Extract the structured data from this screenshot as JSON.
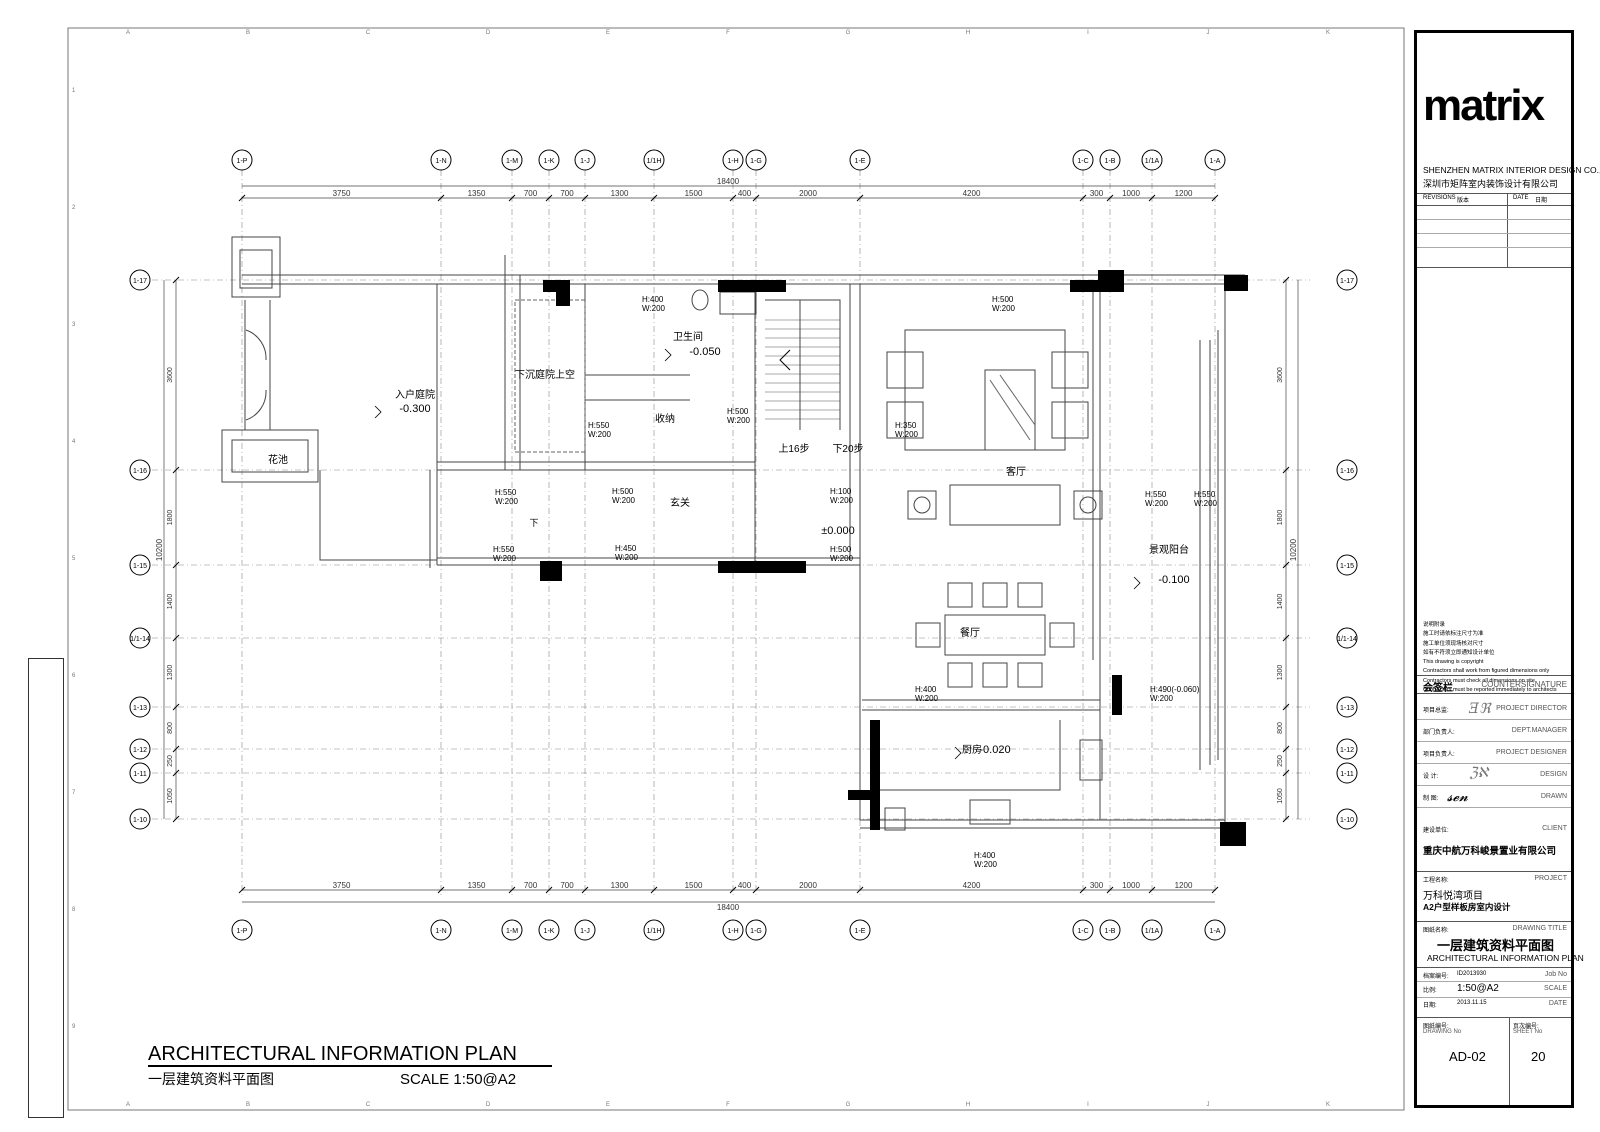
{
  "title_block": {
    "logo": "matrix",
    "company_en": "SHENZHEN MATRIX INTERIOR DESIGN CO.,LTD",
    "company_cn": "深圳市矩阵室内装饰设计有限公司",
    "revision_label": "REVISIONS",
    "version_label": "版本",
    "date_label": "DATE",
    "date_cn": "日期",
    "notes": [
      "说明附录",
      "施工时请依标注尺寸为准",
      "施工单位须现场核对尺寸",
      "如有不符须立即通知设计单位",
      "This drawing is copyright",
      "Contractors shall work from figured dimensions only",
      "Contractors must check all dimensions on site",
      "Contractors must be reported immediately to architects"
    ],
    "countersign_cn": "会签栏",
    "countersign_en": "COUNTERSIGNATURE",
    "roles": [
      {
        "cn": "项目总监:",
        "en": "PROJECT DIRECTOR"
      },
      {
        "cn": "部门负责人:",
        "en": "DEPT.MANAGER"
      },
      {
        "cn": "项目负责人:",
        "en": "PROJECT DESIGNER"
      },
      {
        "cn": "设  计:",
        "en": "DESIGN"
      },
      {
        "cn": "制  图:",
        "en": "DRAWN"
      }
    ],
    "client_cn": "建设单位:",
    "client_en": "CLIENT",
    "client_value": "重庆中航万科峻景置业有限公司",
    "project_cn": "工程名称:",
    "project_en": "PROJECT",
    "project_value1": "万科悦湾项目",
    "project_value2": "A2户型样板房室内设计",
    "drawing_title_cn_label": "图纸名称:",
    "drawing_title_en_label": "DRAWING TITLE",
    "drawing_title_cn": "一层建筑资料平面图",
    "drawing_title_en": "ARCHITECTURAL INFORMATION PLAN",
    "job_cn": "档案编号:",
    "job_value": "ID2013930",
    "job_en": "Job No",
    "scale_cn": "比例:",
    "scale_value": "1:50@A2",
    "scale_en": "SCALE",
    "date2_cn": "日期:",
    "date_value": "2013.11.15",
    "date2_en": "DATE",
    "drawing_no_cn": "图纸编号:",
    "drawing_no_en": "DRAWING No",
    "drawing_no": "AD-02",
    "sheet_cn": "页次编号:",
    "sheet_en": "SHEET No",
    "sheet_no": "20"
  },
  "plan_title": {
    "en": "ARCHITECTURAL INFORMATION PLAN",
    "cn": "一层建筑资料平面图",
    "scale": "SCALE  1:50@A2"
  },
  "grid_columns": [
    "1-P",
    "1-N",
    "1-M",
    "1-K",
    "1-J",
    "1/1H",
    "1-H",
    "1-G",
    "1-E",
    "1-C",
    "1-B",
    "1/1A",
    "1-A"
  ],
  "grid_rows": [
    "1-17",
    "1-16",
    "1-15",
    "1/1-14",
    "1-13",
    "1-12",
    "1-11",
    "1-10"
  ],
  "dims_top": [
    "3750",
    "1350",
    "700",
    "700",
    "1300",
    "1500",
    "400",
    "2000",
    "4200",
    "300",
    "1000",
    "1200"
  ],
  "dims_total": "18400",
  "dims_side": [
    "3600",
    "1800",
    "1400",
    "1300",
    "800",
    "250",
    "1050"
  ],
  "dims_side_total": "10200",
  "border_letters": [
    "A",
    "B",
    "C",
    "D",
    "E",
    "F",
    "G",
    "H",
    "I",
    "J",
    "K"
  ],
  "border_numbers": [
    "1",
    "2",
    "3",
    "4",
    "5",
    "6",
    "7",
    "8",
    "9"
  ],
  "rooms": [
    {
      "name": "入户庭院",
      "level": "-0.300"
    },
    {
      "name": "花池",
      "level": ""
    },
    {
      "name": "下沉庭院上空",
      "level": ""
    },
    {
      "name": "卫生间",
      "level": "-0.050"
    },
    {
      "name": "收纳",
      "level": ""
    },
    {
      "name": "玄关",
      "level": ""
    },
    {
      "name": "上16步",
      "level": ""
    },
    {
      "name": "下20步",
      "level": ""
    },
    {
      "name": "客厅",
      "level": ""
    },
    {
      "name": "景观阳台",
      "level": "-0.100"
    },
    {
      "name": "餐厅",
      "level": ""
    },
    {
      "name": "厨房",
      "level": "-0.020"
    }
  ],
  "levels": {
    "hall": "±0.000",
    "下": "下"
  },
  "tags": [
    "H:400\nW:200",
    "H:500\nW:200",
    "H:550\nW:200",
    "H:350\nW:200",
    "H:500\nW:200",
    "H:550\nW:200",
    "H:500\nW:200",
    "H:550\nW:200",
    "H:450\nW:200",
    "H:100\nW:200",
    "H:500\nW:200",
    "H:550\nW:200",
    "H:550\nW:200",
    "H:400\nW:200",
    "H:490(-0.060)\nW:200",
    "H:400\nW:200"
  ],
  "colors": {
    "ink": "#000000",
    "line": "#444444",
    "grid": "#888888"
  }
}
